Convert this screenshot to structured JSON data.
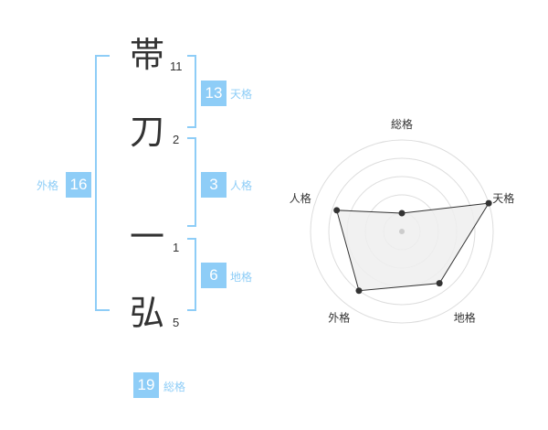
{
  "name_chars": [
    {
      "char": "帯",
      "strokes": "11"
    },
    {
      "char": "刀",
      "strokes": "2"
    },
    {
      "char": "一",
      "strokes": "1"
    },
    {
      "char": "弘",
      "strokes": "5"
    }
  ],
  "kaku": {
    "tenkaku": {
      "value": "13",
      "label": "天格"
    },
    "jinkaku": {
      "value": "3",
      "label": "人格"
    },
    "chikaku": {
      "value": "6",
      "label": "地格"
    },
    "gaikaku": {
      "value": "16",
      "label": "外格"
    },
    "soukaku": {
      "value": "19",
      "label": "総格"
    }
  },
  "colors": {
    "accent": "#8ecdf7",
    "text": "#333333",
    "radar_fill": "#eeeeee"
  },
  "radar": {
    "axes": [
      "総格",
      "天格",
      "地格",
      "外格",
      "人格"
    ],
    "levels": 5,
    "values": [
      1,
      5,
      3.5,
      4,
      3.75
    ]
  }
}
